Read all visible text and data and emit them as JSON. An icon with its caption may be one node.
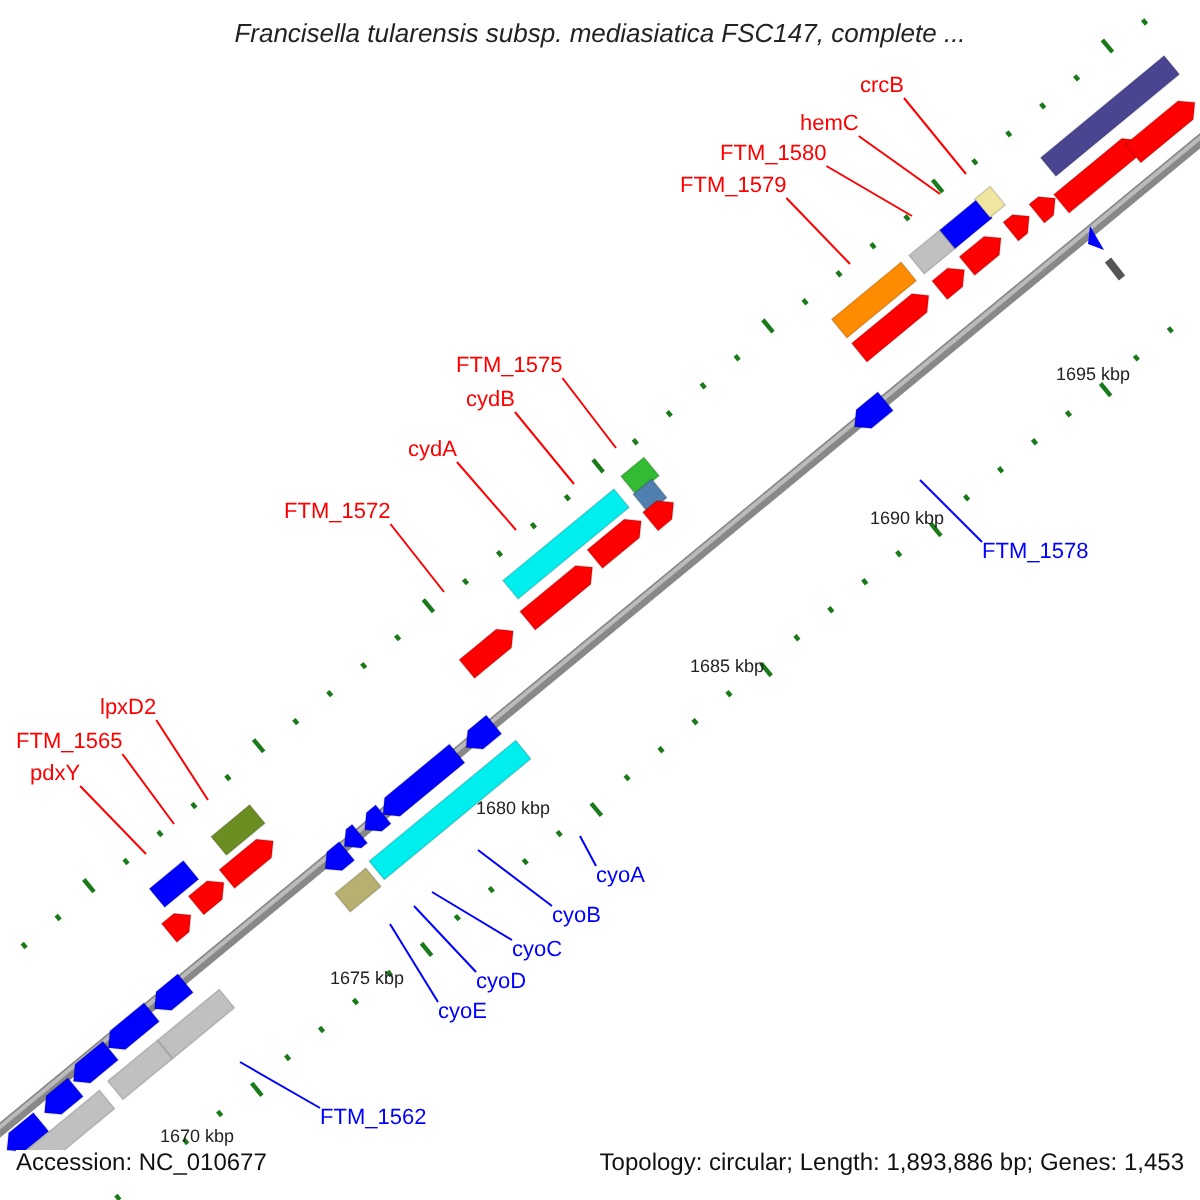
{
  "diagram": {
    "title": "Francisella tularensis subsp. mediasiatica FSC147, complete ...",
    "nodes": [
      {
        "text": [
          "crcB"
        ]
      },
      {
        "text": [
          "hemC"
        ]
      },
      {
        "text": [
          "FTM_1580"
        ]
      },
      {
        "text": [
          "FTM_1579"
        ]
      },
      {
        "text": [
          "FTM_1575"
        ]
      },
      {
        "text": [
          "cydB"
        ]
      },
      {
        "text": [
          "cydA"
        ]
      },
      {
        "text": [
          "FTM_1572"
        ]
      },
      {
        "text": [
          "FTM_1578"
        ]
      },
      {
        "text": [
          "lpxD2"
        ]
      },
      {
        "text": [
          "FTM_1565"
        ]
      },
      {
        "text": [
          "pdxY"
        ]
      },
      {
        "text": [
          "cyoA"
        ]
      },
      {
        "text": [
          "cyoB"
        ]
      },
      {
        "text": [
          "cyoC"
        ]
      },
      {
        "text": [
          "cyoD"
        ]
      },
      {
        "text": [
          "cyoE"
        ]
      },
      {
        "text": [
          "FTM_1562"
        ]
      }
    ],
    "edges": [
      {
        "from": 0,
        "to": null,
        "arrow": "none"
      },
      {
        "from": 1,
        "to": null,
        "arrow": "none"
      },
      {
        "from": 2,
        "to": null,
        "arrow": "none"
      },
      {
        "from": 3,
        "to": null,
        "arrow": "none"
      },
      {
        "from": 4,
        "to": null,
        "arrow": "none"
      },
      {
        "from": 5,
        "to": null,
        "arrow": "none"
      },
      {
        "from": 6,
        "to": null,
        "arrow": "none"
      },
      {
        "from": 7,
        "to": null,
        "arrow": "none"
      },
      {
        "from": 8,
        "to": null,
        "arrow": "none",
        "color": "#0000ff"
      },
      {
        "from": 9,
        "to": null,
        "arrow": "none"
      },
      {
        "from": 10,
        "to": null,
        "arrow": "none"
      },
      {
        "from": 11,
        "to": null,
        "arrow": "none"
      },
      {
        "from": 12,
        "to": null,
        "arrow": "none",
        "color": "#0000ff"
      },
      {
        "from": 13,
        "to": null,
        "arrow": "none",
        "color": "#0000ff"
      },
      {
        "from": 14,
        "to": null,
        "arrow": "none",
        "color": "#0000ff"
      },
      {
        "from": 15,
        "to": null,
        "arrow": "none",
        "color": "#0000ff"
      },
      {
        "from": 16,
        "to": null,
        "arrow": "none",
        "color": "#0000ff"
      },
      {
        "from": 17,
        "to": null,
        "arrow": "none",
        "color": "#0000ff"
      }
    ],
    "labels": [
      "1695 kbp",
      "1690 kbp",
      "1685 kbp",
      "1680 kbp",
      "1675 kbp",
      "1670 kbp",
      "Accession: NC_010677",
      "Topology: circular; Length: 1,893,886 bp; Genes: 1,453"
    ]
  }
}
